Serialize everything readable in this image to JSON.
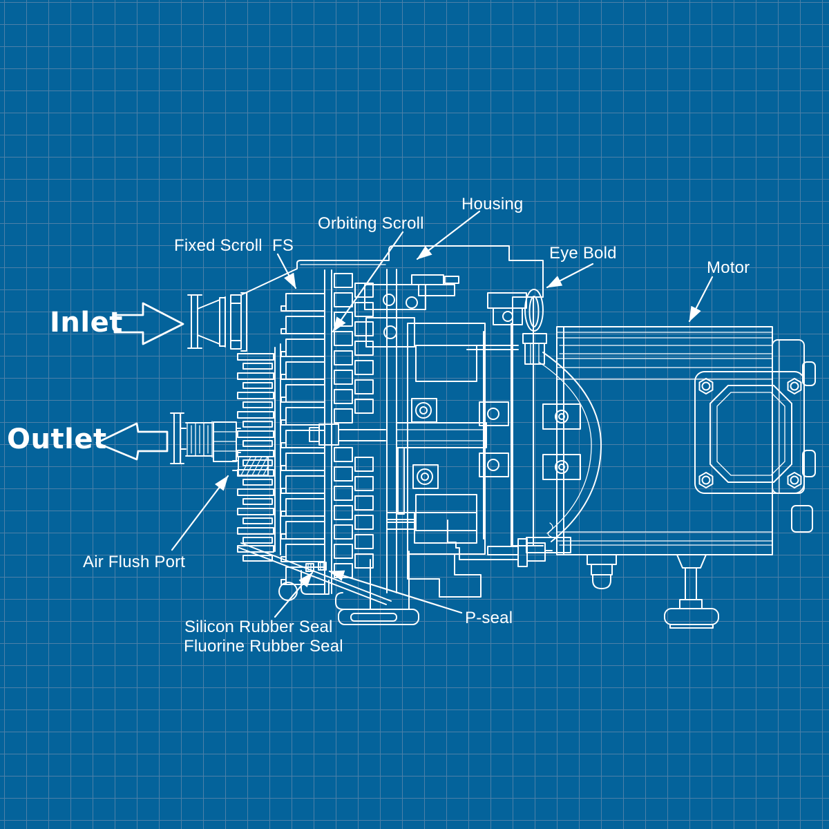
{
  "colors": {
    "background": "#04639b",
    "grid": "#4d80a8",
    "line": "#ffffff",
    "text": "#ffffff"
  },
  "flow": {
    "inlet": "Inlet",
    "outlet": "Outlet"
  },
  "labels": {
    "fixed_scroll": "Fixed Scroll",
    "fs": "FS",
    "orbiting_scroll": "Orbiting Scroll",
    "housing": "Housing",
    "eye_bold": "Eye Bold",
    "motor": "Motor",
    "air_flush_port": "Air Flush Port",
    "silicon_rubber_seal": "Silicon Rubber Seal",
    "fluorine_rubber_seal": "Fluorine Rubber Seal",
    "p_seal": "P-seal"
  }
}
